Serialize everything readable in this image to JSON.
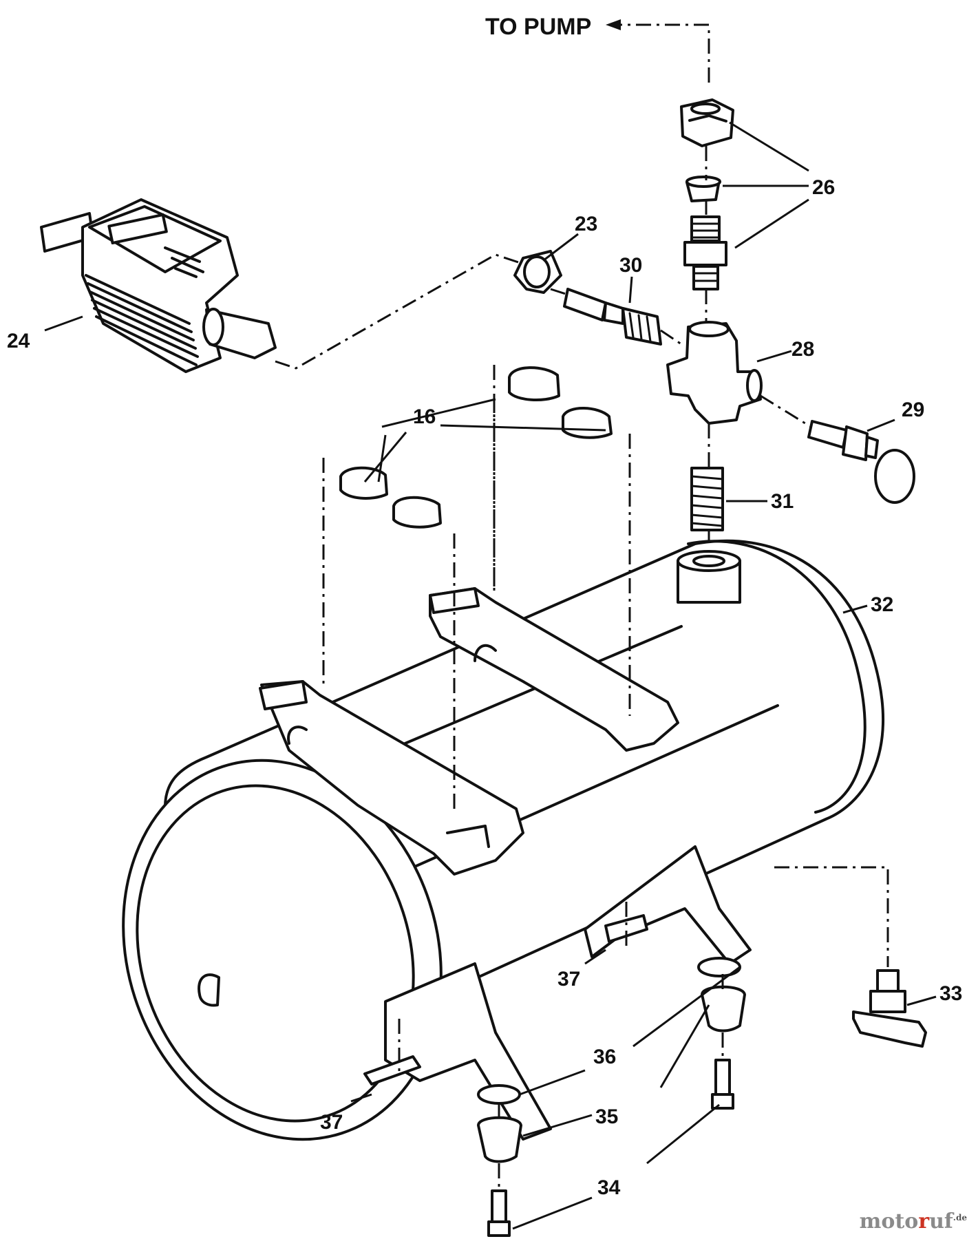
{
  "diagram": {
    "flow_label": "TO PUMP",
    "callouts": {
      "p16": "16",
      "p23": "23",
      "p24": "24",
      "p26": "26",
      "p28": "28",
      "p29": "29",
      "p30": "30",
      "p31": "31",
      "p32": "32",
      "p33": "33",
      "p34": "34",
      "p35": "35",
      "p36": "36",
      "p37a": "37",
      "p37b": "37"
    }
  },
  "watermark": {
    "brand_a": "moto",
    "brand_b": "r",
    "brand_c": "uf",
    "suffix": ".de"
  }
}
